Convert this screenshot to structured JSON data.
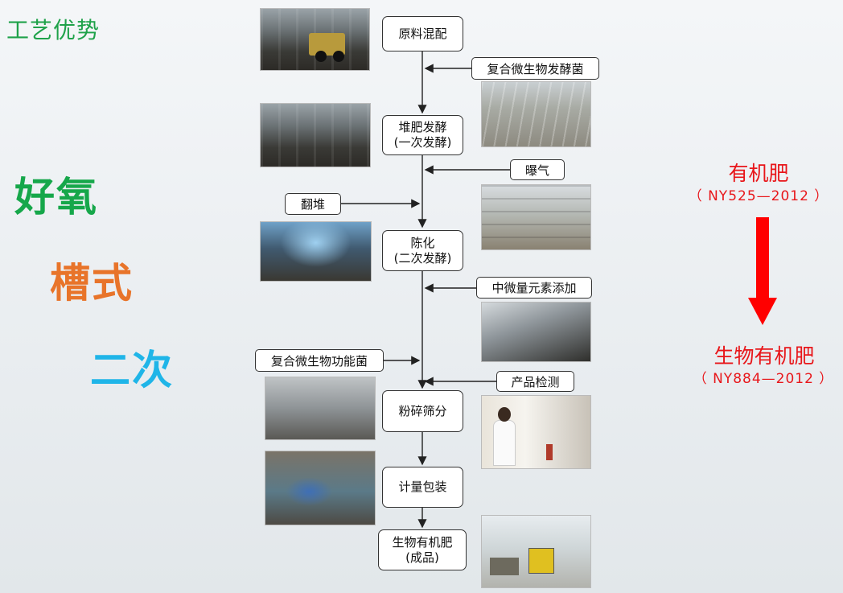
{
  "page_title": "工艺优势",
  "keywords": [
    "好氧",
    "槽式",
    "二次"
  ],
  "flow_steps": [
    "原料混配",
    "堆肥发酵\n(一次发酵)",
    "陈化\n(二次发酵)",
    "粉碎筛分",
    "计量包装",
    "生物有机肥\n(成品)"
  ],
  "inputs_right": [
    "复合微生物发酵菌",
    "曝气",
    "中微量元素添加",
    "产品检测"
  ],
  "inputs_left": [
    "翻堆",
    "复合微生物功能菌"
  ],
  "standards": {
    "from": {
      "name": "有机肥",
      "code": "（ NY525—2012 ）"
    },
    "to": {
      "name": "生物有机肥",
      "code": "（ NY884—2012 ）"
    },
    "arrow_color": "#ff0000"
  },
  "colors": {
    "title": "#1fa24a",
    "keyword_1": "#16a74a",
    "keyword_2": "#e8742a",
    "keyword_3": "#1fb5e8",
    "standard_text": "#e8161a"
  }
}
